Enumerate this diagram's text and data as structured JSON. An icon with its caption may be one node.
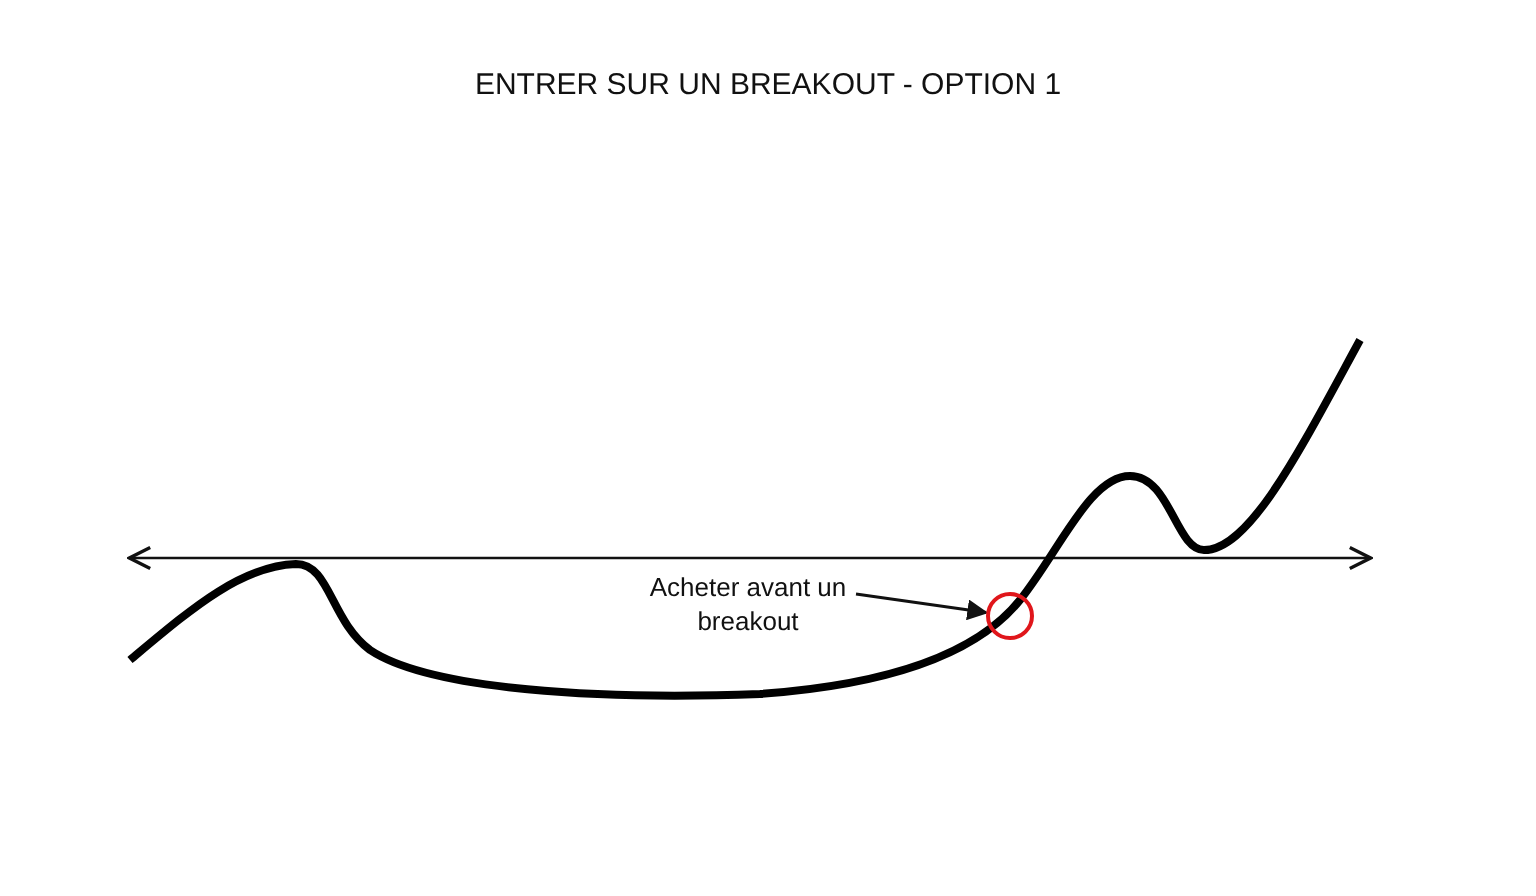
{
  "diagram": {
    "title": "ENTRER SUR UN BREAKOUT - OPTION 1",
    "nodes": [
      {
        "text": [
          "Acheter avant un breakout"
        ]
      },
      {
        "text": [],
        "shape": "circle"
      }
    ],
    "edges": [
      {
        "from": 0,
        "to": 1,
        "arrow": "to"
      }
    ]
  }
}
